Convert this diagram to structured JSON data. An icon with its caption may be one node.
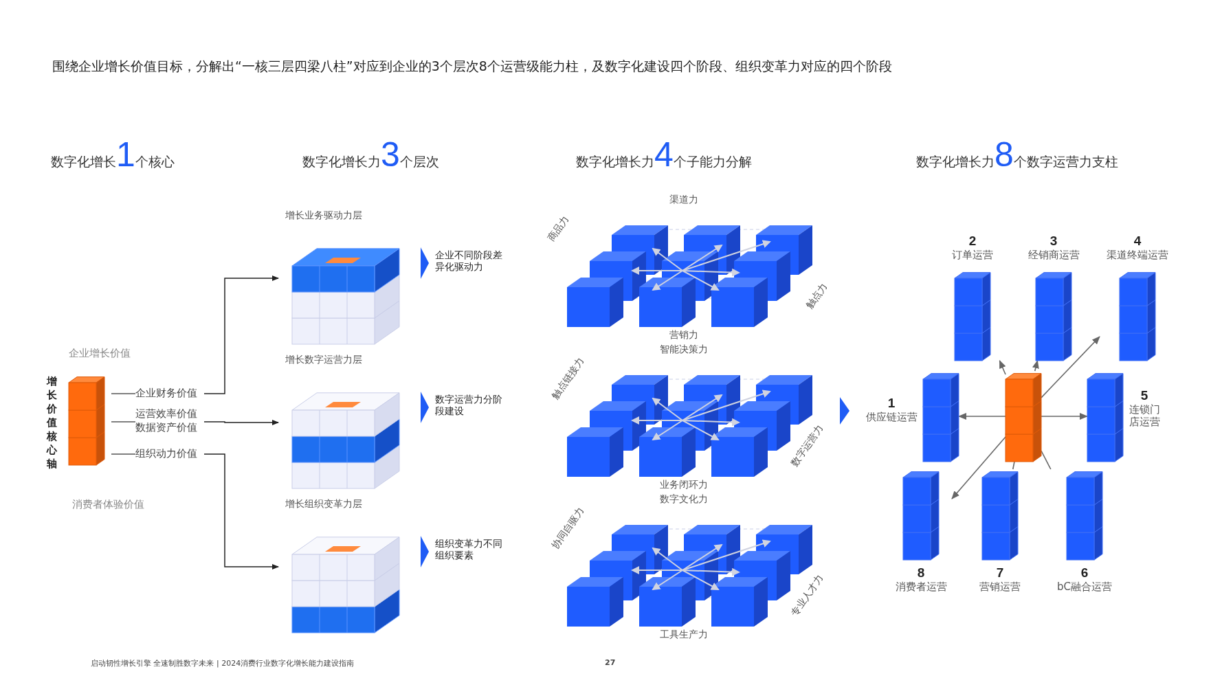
{
  "diagram": {
    "title": "围绕企业增长价值目标，分解出“一核三层四梁八柱”对应到企业的3个层次8个运营级能力柱，及数字化建设四个阶段、组织变革力对应的四个阶段",
    "nodes": [
      {
        "text": [
          "增长价值核心轴"
        ]
      },
      {
        "text": [
          "企业财务价值"
        ]
      },
      {
        "text": [
          "运营效率价值",
          "数据资产价值"
        ]
      },
      {
        "text": [
          "组织动力价值"
        ]
      },
      {
        "text": [
          "增长业务驱动力层"
        ],
        "beside": [
          "企业不同阶段差异化驱动力"
        ]
      },
      {
        "text": [
          "增长数字运营力层"
        ],
        "beside": [
          "数字运营力分阶段建设"
        ]
      },
      {
        "text": [
          "增长组织变革力层"
        ],
        "beside": [
          "组织变革力不同组织要素"
        ]
      },
      {
        "text": [
          "渠道力",
          "商品力",
          "触点力",
          "营销力"
        ]
      },
      {
        "text": [
          "智能决策力",
          "触点链接力",
          "数字运营力",
          "业务闭环力"
        ]
      },
      {
        "text": [
          "数字文化力",
          "协同自驱力",
          "专业人才力",
          "工具生产力"
        ]
      },
      {
        "text": [],
        "shape": "bar"
      },
      {
        "text": [
          "1",
          "供应链运营"
        ]
      },
      {
        "text": [
          "2",
          "订单运营"
        ]
      },
      {
        "text": [
          "3",
          "经销商运营"
        ]
      },
      {
        "text": [
          "4",
          "渠道终端运营"
        ]
      },
      {
        "text": [
          "5",
          "连锁门店运营"
        ]
      },
      {
        "text": [
          "6",
          "bC融合运营"
        ]
      },
      {
        "text": [
          "7",
          "营销运营"
        ]
      },
      {
        "text": [
          "8",
          "消费者运营"
        ]
      }
    ],
    "edges": [
      {
        "from": 1,
        "to": 4,
        "arrow": "to"
      },
      {
        "from": 2,
        "to": 5,
        "arrow": "to"
      },
      {
        "from": 3,
        "to": 6,
        "arrow": "to"
      },
      {
        "from": 1,
        "to": 0,
        "arrow": "none"
      },
      {
        "from": 2,
        "to": 0,
        "arrow": "none"
      },
      {
        "from": 3,
        "to": 0,
        "arrow": "none"
      },
      {
        "from": 10,
        "to": 11,
        "arrow": "to"
      },
      {
        "from": 10,
        "to": 12,
        "arrow": "to"
      },
      {
        "from": 10,
        "to": 13,
        "arrow": "to"
      },
      {
        "from": 10,
        "to": 14,
        "arrow": "to"
      },
      {
        "from": 10,
        "to": 15,
        "arrow": "to"
      },
      {
        "from": 10,
        "to": 16,
        "arrow": "none"
      },
      {
        "from": 10,
        "to": 17,
        "arrow": "none"
      },
      {
        "from": 10,
        "to": 18,
        "arrow": "to"
      }
    ],
    "labels": [
      "数字化增长1个核心",
      "数字化增长力3个层次",
      "数字化增长力4个子能力分解",
      "数字化增长力8个数字运营力支柱",
      "企业增长价值",
      "消费者体验价值",
      "启动韧性增长引擎 全速制胜数字未来 | 2024消费行业数字化增长能力建设指南",
      "27"
    ]
  }
}
